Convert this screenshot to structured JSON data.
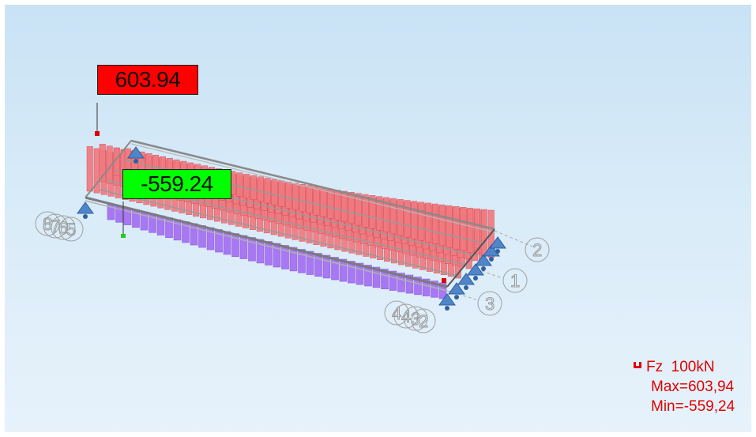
{
  "result_flags": {
    "max": {
      "text": "603.94",
      "color": "#ff0000"
    },
    "min": {
      "text": "-559.24",
      "color": "#00ff00"
    }
  },
  "legend": {
    "quantity": "Fz",
    "unit": "100kN",
    "max_text": "Max=603,94",
    "min_text": "Min=-559,24",
    "color": "#e00000"
  },
  "node_labels": [
    "8",
    "7",
    "6",
    "5",
    "2",
    "1",
    "3",
    "4",
    "4",
    "3",
    "2"
  ],
  "colors": {
    "positive_diagram": "#f07a80",
    "negative_diagram": "#a877f2",
    "beam": "#8c8c8c",
    "support": "#4f86c9"
  },
  "icons": {
    "support": "support-wedge-icon",
    "legend_symbol": "fz-symbol-icon"
  }
}
